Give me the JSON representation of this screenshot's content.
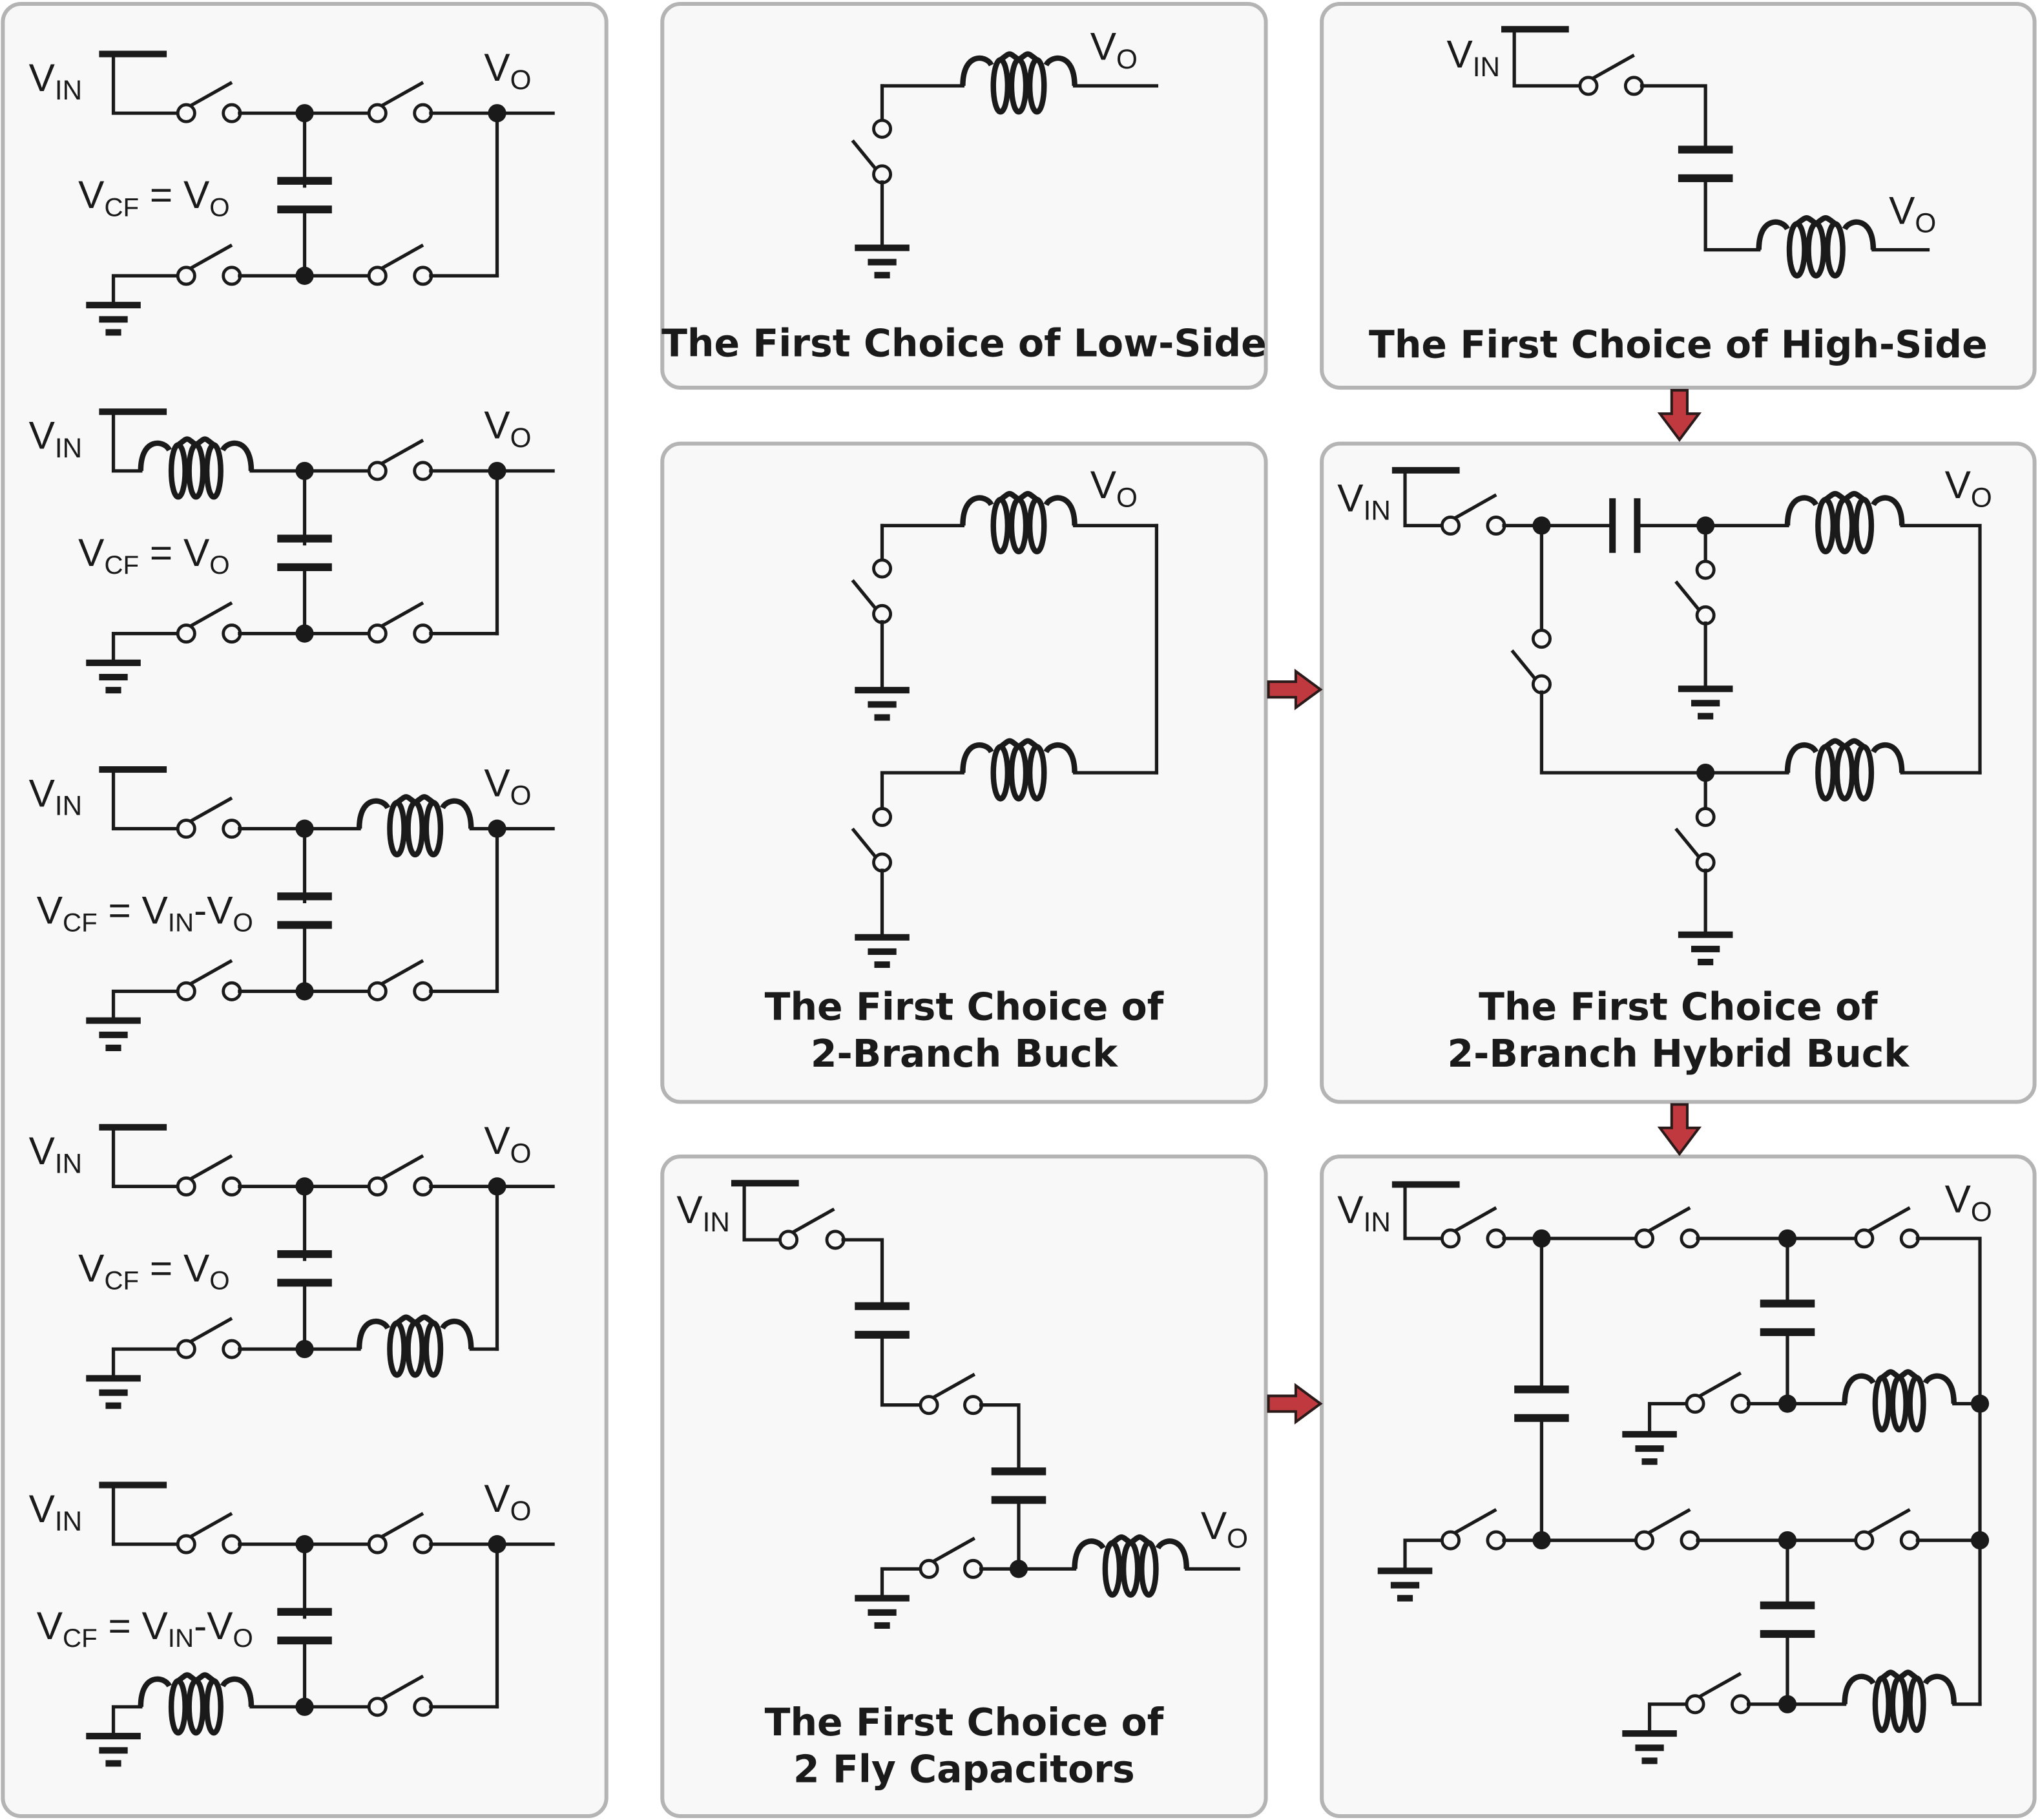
{
  "figure": {
    "labels": {
      "vin": "V",
      "vin_sub": "IN",
      "vo": "V",
      "vo_sub": "O",
      "vcf": "V",
      "vcf_sub": "CF",
      "equals": " = ",
      "minus": "-"
    },
    "left_column": {
      "variants": [
        {
          "id": 1,
          "equation": "VCF = VO",
          "inductor_position": "output-series"
        },
        {
          "id": 2,
          "equation": "VCF = VO",
          "inductor_position": "input-series"
        },
        {
          "id": 3,
          "equation": "VCF = VIN-VO",
          "inductor_position": "top-right"
        },
        {
          "id": 4,
          "equation": "VCF = VO",
          "inductor_position": "bottom-right"
        },
        {
          "id": 5,
          "equation": "VCF = VIN-VO",
          "inductor_position": "bottom-left"
        }
      ]
    },
    "panels": {
      "low_side": {
        "title_line1": "The First Choice of Low-Side",
        "title_line2": ""
      },
      "high_side": {
        "title_line1": "The First Choice of High-Side",
        "title_line2": ""
      },
      "two_branch_buck": {
        "title_line1": "The First Choice of",
        "title_line2": "2-Branch Buck"
      },
      "hybrid_buck": {
        "title_line1": "The First Choice of",
        "title_line2": "2-Branch Hybrid Buck"
      },
      "fly_caps": {
        "title_line1": "The First Choice of",
        "title_line2": "2 Fly Capacitors"
      },
      "final": {
        "title_line1": "",
        "title_line2": ""
      }
    },
    "arrows": [
      {
        "from": "high_side",
        "to": "hybrid_buck",
        "direction": "down"
      },
      {
        "from": "two_branch_buck",
        "to": "hybrid_buck",
        "direction": "right"
      },
      {
        "from": "hybrid_buck",
        "to": "final",
        "direction": "down"
      },
      {
        "from": "fly_caps",
        "to": "final",
        "direction": "right"
      }
    ],
    "colors": {
      "arrow_fill": "#c0393f",
      "panel_fill": "#f8f8f8",
      "panel_stroke": "#b4b4b4",
      "ink": "#1a1a1a"
    }
  }
}
